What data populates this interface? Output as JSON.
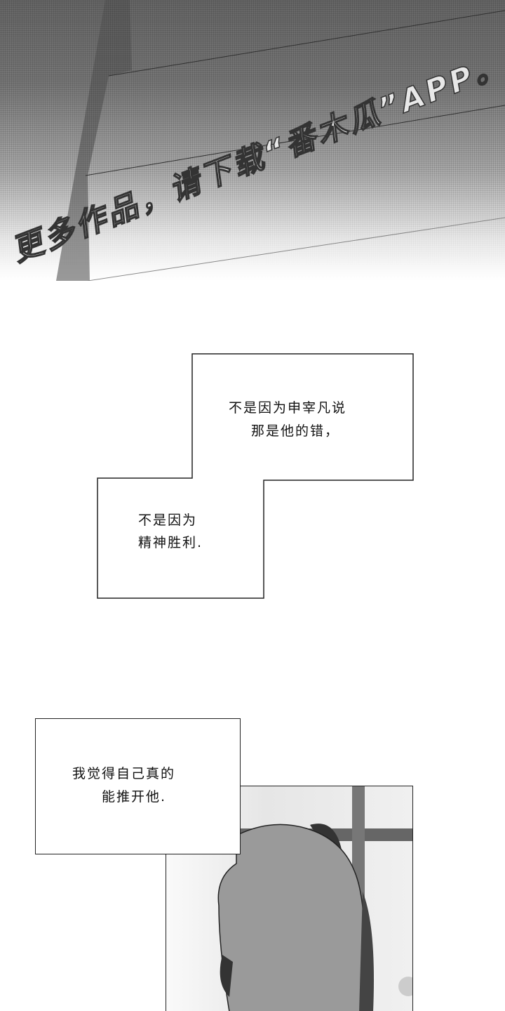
{
  "watermark": {
    "text": "更多作品，请下载“番木瓜”APP。"
  },
  "captions": {
    "box1": {
      "line1": "不是因为申宰凡说",
      "line2": "那是他的错，"
    },
    "box2": {
      "line1": "不是因为",
      "line2": "精神胜利."
    },
    "box3": {
      "line1": "我觉得自己真的",
      "line2": "能推开他."
    }
  },
  "colors": {
    "ink": "#111111",
    "panel_border": "#222222"
  }
}
